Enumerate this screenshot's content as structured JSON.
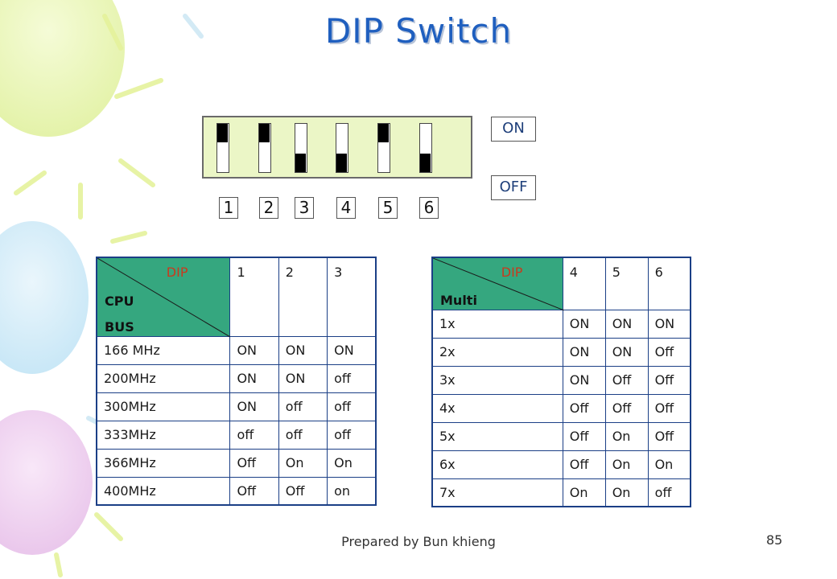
{
  "title": "DIP Switch",
  "switch": {
    "on_label": "ON",
    "off_label": "OFF",
    "positions": [
      "up",
      "up",
      "down",
      "down",
      "up",
      "down"
    ],
    "numbers": [
      "1",
      "2",
      "3",
      "4",
      "5",
      "6"
    ]
  },
  "cpu_table": {
    "corner_top": "DIP",
    "corner_rows": [
      "CPU",
      "BUS"
    ],
    "columns": [
      "1",
      "2",
      "3"
    ],
    "rows": [
      {
        "label": "166 MHz",
        "values": [
          "ON",
          "ON",
          "ON"
        ]
      },
      {
        "label": "200MHz",
        "values": [
          "ON",
          "ON",
          "off"
        ]
      },
      {
        "label": "300MHz",
        "values": [
          "ON",
          "off",
          "off"
        ]
      },
      {
        "label": "333MHz",
        "values": [
          "off",
          "off",
          "off"
        ]
      },
      {
        "label": "366MHz",
        "values": [
          "Off",
          "On",
          "On"
        ]
      },
      {
        "label": "400MHz",
        "values": [
          "Off",
          "Off",
          "on"
        ]
      }
    ]
  },
  "multi_table": {
    "corner_top": "DIP",
    "corner_rows": [
      "Multi"
    ],
    "columns": [
      "4",
      "5",
      "6"
    ],
    "rows": [
      {
        "label": "1x",
        "values": [
          "ON",
          "ON",
          "ON"
        ]
      },
      {
        "label": "2x",
        "values": [
          "ON",
          "ON",
          "Off"
        ]
      },
      {
        "label": "3x",
        "values": [
          "ON",
          "Off",
          "Off"
        ]
      },
      {
        "label": "4x",
        "values": [
          "Off",
          "Off",
          "Off"
        ]
      },
      {
        "label": "5x",
        "values": [
          "Off",
          "On",
          "Off"
        ]
      },
      {
        "label": "6x",
        "values": [
          "Off",
          "On",
          "On"
        ]
      },
      {
        "label": "7x",
        "values": [
          "On",
          "On",
          "off"
        ]
      }
    ]
  },
  "footer": "Prepared by Bun khieng",
  "page_number": "85",
  "colors": {
    "title": "#1f5fbf",
    "switch_bg": "#ebf6c6",
    "table_border": "#1b3f86",
    "header_fill": "#35a77f",
    "dip_text": "#c93a1e"
  }
}
